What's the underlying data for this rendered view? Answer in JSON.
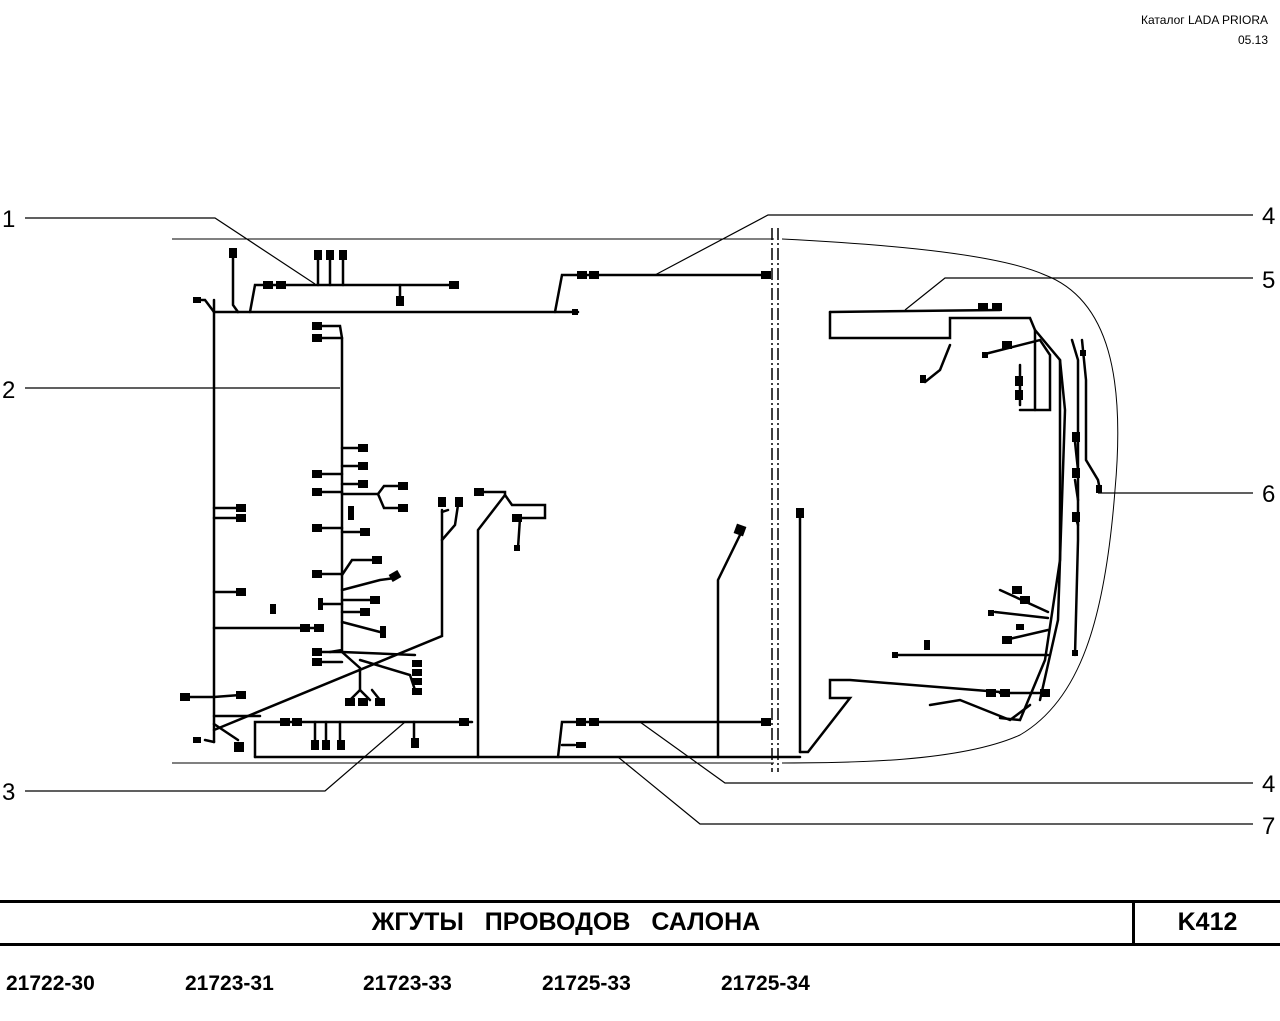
{
  "header": {
    "catalog": "Каталог  LADA  PRIORA",
    "date": "05.13"
  },
  "callouts": {
    "c1": "1",
    "c2": "2",
    "c3": "3",
    "c4_top": "4",
    "c5": "5",
    "c6": "6",
    "c4_bottom": "4",
    "c7": "7"
  },
  "title_block": {
    "title": "ЖГУТЫ   ПРОВОДОВ   САЛОНА",
    "code": "K412"
  },
  "models": [
    "21722-30",
    "21723-31",
    "21723-33",
    "21725-33",
    "21725-34"
  ]
}
